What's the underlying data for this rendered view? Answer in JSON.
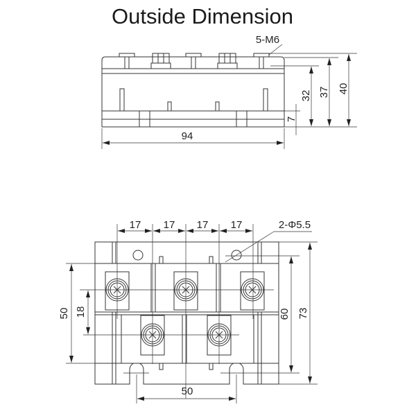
{
  "title": "Outside Dimension",
  "side_view": {
    "thread_label": "5-M6",
    "width": "94",
    "height_base": "7",
    "height_32": "32",
    "height_37": "37",
    "height_40": "40"
  },
  "top_view": {
    "pitches": [
      "17",
      "17",
      "17",
      "17"
    ],
    "hole_label": "2-Φ5.5",
    "height_50": "50",
    "offset_18": "18",
    "height_60": "60",
    "height_73": "73",
    "hole_spacing": "50"
  }
}
